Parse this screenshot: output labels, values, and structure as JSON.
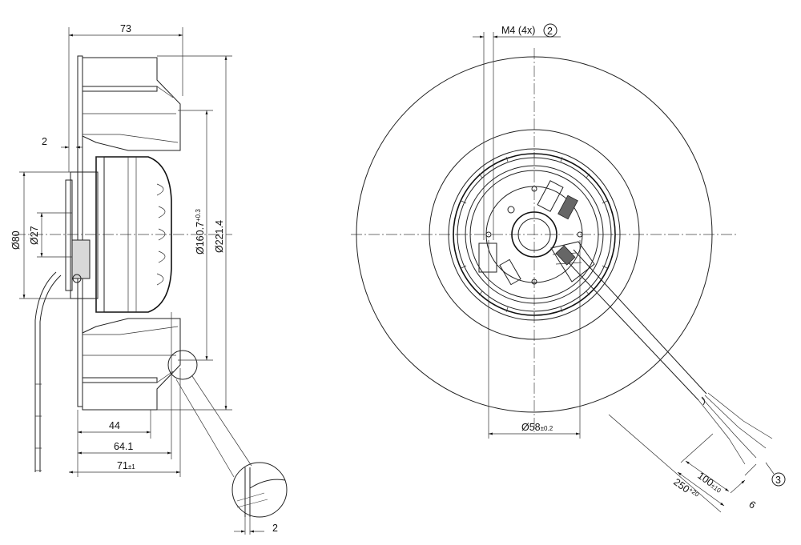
{
  "dimensions": {
    "width_73": "73",
    "wall_2_left": "2",
    "dia_80": "Ø80",
    "dia_27": "Ø27",
    "dia_160": "Ø160.7",
    "dia_160_tol": "+0.3",
    "dia_221": "Ø221.4",
    "depth_44": "44",
    "depth_64": "64.1",
    "depth_71": "71",
    "depth_71_tol": "±1",
    "detail_2": "2",
    "thread": "M4 (4x)",
    "thread_ref": "2",
    "hub_dia": "Ø58",
    "hub_dia_tol": "±0.2",
    "cable_100": "100",
    "cable_100_tol": "±10",
    "cable_250": "250",
    "cable_250_tol": "+20",
    "wire_6": "6",
    "cable_ref": "3"
  }
}
